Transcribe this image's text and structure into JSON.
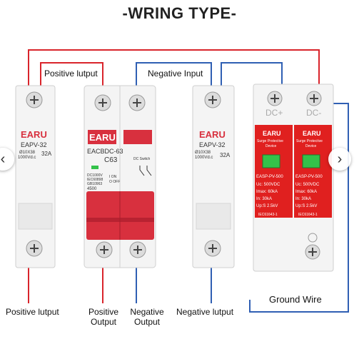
{
  "title": "-WRING TYPE-",
  "labels": {
    "positive_input_top": "Positive lutput",
    "negative_input_top": "Negative Input",
    "positive_input_bottom": "Positive lutput",
    "positive_output": "Positive Output",
    "negative_output": "Negative Output",
    "negative_input_bottom": "Negative lutput",
    "ground_wire": "Ground Wire"
  },
  "device_left": {
    "brand": "EARU",
    "model": "EAPV-32",
    "spec1": "Ø10X38",
    "spec2": "1000Vd.c",
    "rating": "32A"
  },
  "device_breaker": {
    "brand": "EARU",
    "model": "EACBDC-63",
    "rating": "C63",
    "line1": "DC1000V",
    "line2": "IEC60898",
    "line3": "GB10963",
    "capacity": "4500",
    "on_label": "I ON",
    "off_label": "O OFF",
    "switch_label": "DC Switch"
  },
  "device_right_fuse": {
    "brand": "EARU",
    "model": "EAPV-32",
    "spec1": "Ø10X38",
    "spec2": "1000Vd.c",
    "rating": "32A"
  },
  "device_spd": {
    "dc_plus": "DC+",
    "dc_minus": "DC-",
    "brand": "EARU",
    "subtitle1": "Surge Protective",
    "subtitle2": "Device",
    "model": "EASP-PV-500",
    "uc": "Uc: 500VDC",
    "imax": "Imax: 60kA",
    "in": "In: 30kA",
    "up": "Up:S 2.5kV",
    "cert": "IEC61643-1"
  },
  "colors": {
    "positive_wire": "#d9242b",
    "negative_wire": "#2f5fb3",
    "breaker_red": "#d8303e",
    "spd_red": "#e0201f",
    "indicator_green": "#33c24a",
    "device_white": "#f4f4f4"
  },
  "icons": {
    "prev": "chevron-left-icon",
    "next": "chevron-right-icon"
  }
}
